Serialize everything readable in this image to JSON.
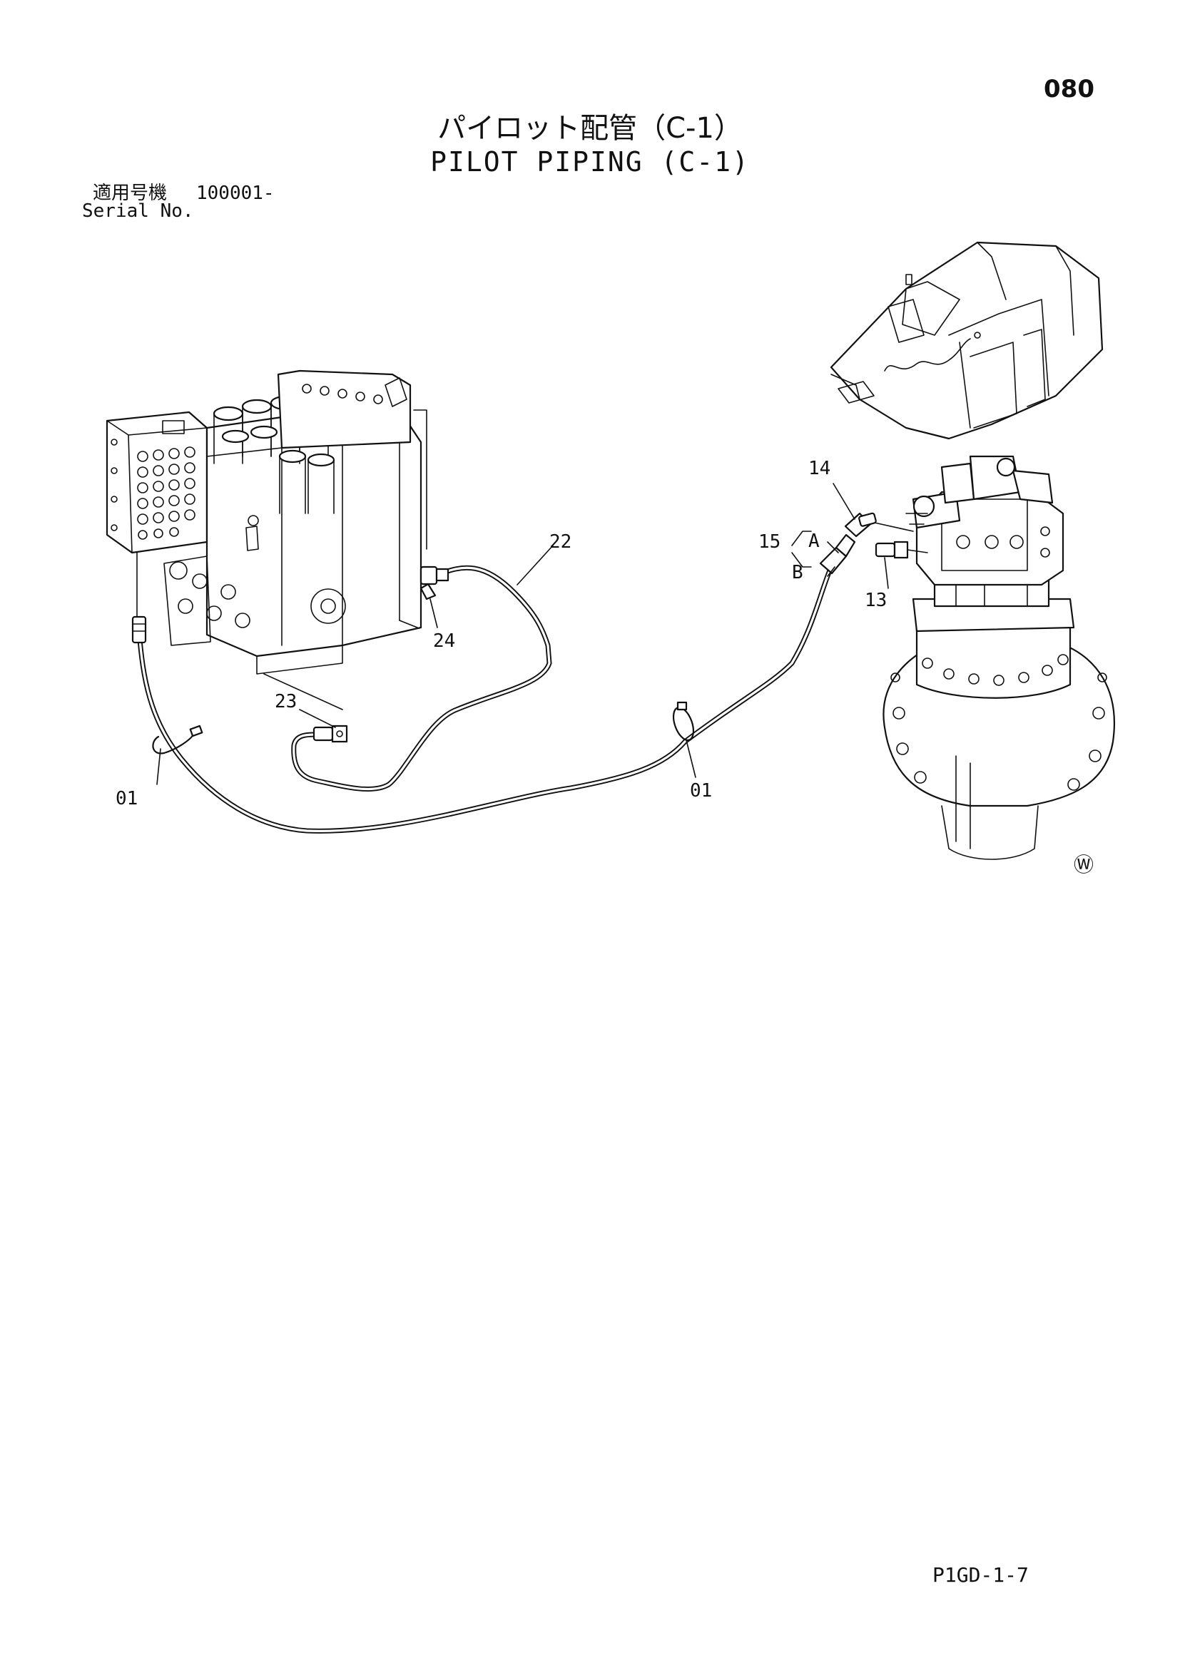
{
  "page_number": "080",
  "title_ja": "パイロット配管（C-1）",
  "title_en": "PILOT PIPING (C-1)",
  "serial": {
    "label_ja": "適用号機",
    "value": "100001-",
    "label_en": "Serial No."
  },
  "callouts": {
    "c01_left": "01",
    "c01_right": "01",
    "c13": "13",
    "c14": "14",
    "c15": "15",
    "c15a": "A",
    "c15b": "B",
    "c22": "22",
    "c23": "23",
    "c24": "24"
  },
  "watermark_symbol": "Ⓦ",
  "doc_code": "P1GD-1-7"
}
